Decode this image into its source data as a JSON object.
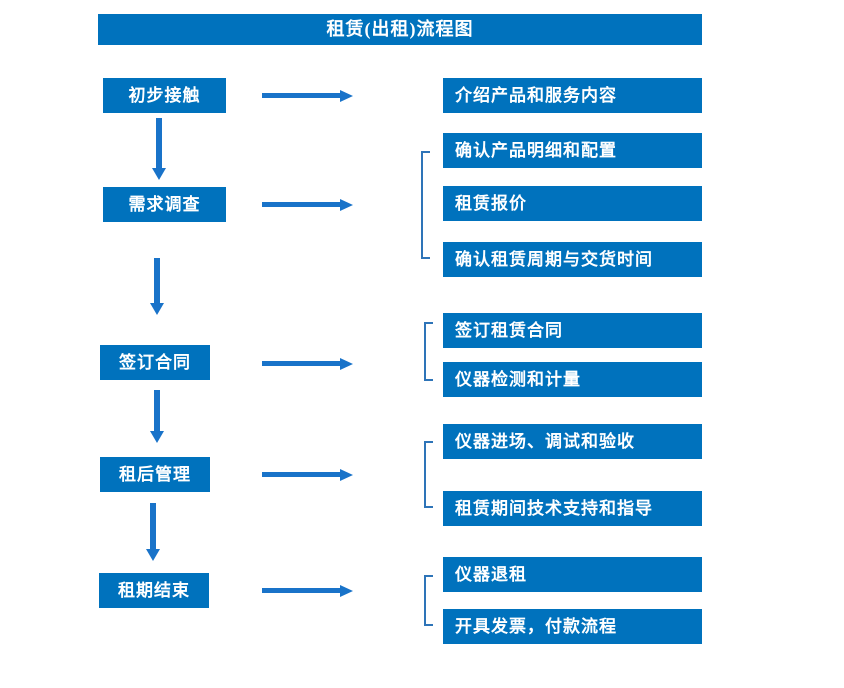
{
  "title": "租赁(出租)流程图",
  "colors": {
    "box_blue": "#0072BD",
    "arrow_blue": "#1973C9",
    "bracket_blue": "#2E74B8",
    "text_white": "#FFFFFF"
  },
  "flow": {
    "steps": [
      {
        "label": "初步接触",
        "details": [
          "介绍产品和服务内容"
        ]
      },
      {
        "label": "需求调查",
        "details": [
          "确认产品明细和配置",
          "租赁报价",
          "确认租赁周期与交货时间"
        ]
      },
      {
        "label": "签订合同",
        "details": [
          "签订租赁合同",
          "仪器检测和计量"
        ]
      },
      {
        "label": "租后管理",
        "details": [
          "仪器进场、调试和验收",
          "租赁期间技术支持和指导"
        ]
      },
      {
        "label": "租期结束",
        "details": [
          "仪器退租",
          "开具发票，付款流程"
        ]
      }
    ]
  }
}
